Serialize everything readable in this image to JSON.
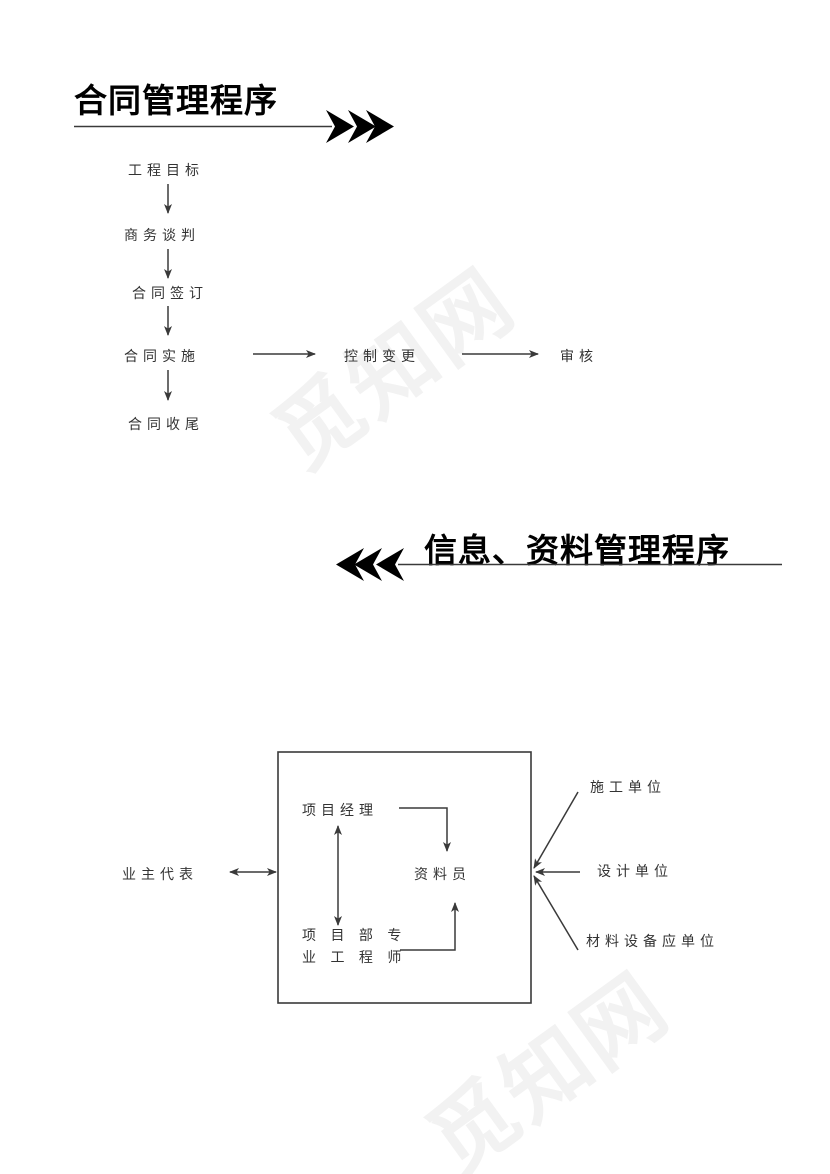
{
  "document": {
    "watermark": "觅知网",
    "background_color": "#ffffff",
    "line_color": "#3a3a3a",
    "text_color": "#333333",
    "heading_color": "#000000"
  },
  "section_contract": {
    "title": "合同管理程序",
    "nodes": {
      "goal": "工程目标",
      "negotiation": "商务谈判",
      "signing": "合同签订",
      "execution": "合同实施",
      "closeout": "合同收尾",
      "change_control": "控制变更",
      "review": "审核"
    }
  },
  "section_information": {
    "title": "信息、资料管理程序",
    "nodes": {
      "owner_rep": "业主代表",
      "project_manager": "项目经理",
      "archivist": "资料员",
      "engineer_line1": "项 目 部 专",
      "engineer_line2": "业 工 程 师",
      "construction_unit": "施工单位",
      "design_unit": "设计单位",
      "material_unit": "材料设备应单位"
    }
  }
}
